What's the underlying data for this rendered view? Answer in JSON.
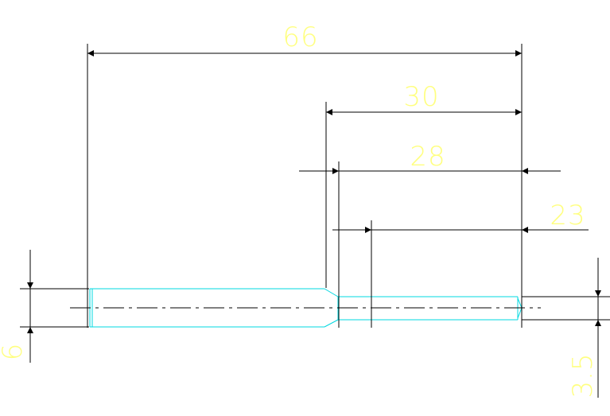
{
  "colors": {
    "background": "#ffffff",
    "dimension_line": "#000000",
    "dimension_text": "#ffff80",
    "part_outline": "#00d8e0",
    "centerline": "#000000"
  },
  "dimensions": {
    "d66": "66",
    "d30": "30",
    "d28": "28",
    "d23": "23",
    "d6": "6",
    "d3_5": "3.5"
  }
}
